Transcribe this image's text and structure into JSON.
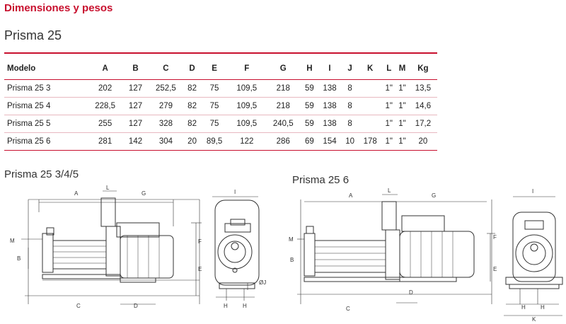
{
  "section_title": "Dimensiones y pesos",
  "model_title": "Prisma 25",
  "table": {
    "columns": [
      "Modelo",
      "A",
      "B",
      "C",
      "D",
      "E",
      "F",
      "G",
      "H",
      "I",
      "J",
      "K",
      "L",
      "M",
      "Kg"
    ],
    "rows": [
      [
        "Prisma 25 3",
        "202",
        "127",
        "252,5",
        "82",
        "75",
        "109,5",
        "218",
        "59",
        "138",
        "8",
        "",
        "1\"",
        "1\"",
        "13,5"
      ],
      [
        "Prisma 25 4",
        "228,5",
        "127",
        "279",
        "82",
        "75",
        "109,5",
        "218",
        "59",
        "138",
        "8",
        "",
        "1\"",
        "1\"",
        "14,6"
      ],
      [
        "Prisma 25 5",
        "255",
        "127",
        "328",
        "82",
        "75",
        "109,5",
        "240,5",
        "59",
        "138",
        "8",
        "",
        "1\"",
        "1\"",
        "17,2"
      ],
      [
        "Prisma 25 6",
        "281",
        "142",
        "304",
        "20",
        "89,5",
        "122",
        "286",
        "69",
        "154",
        "10",
        "178",
        "1\"",
        "1\"",
        "20"
      ]
    ]
  },
  "drawings": {
    "left_title": "Prisma 25 3/4/5",
    "right_title": "Prisma 25 6",
    "labels": {
      "A": "A",
      "B": "B",
      "C": "C",
      "D": "D",
      "E": "E",
      "F": "F",
      "G": "G",
      "H": "H",
      "I": "I",
      "J": "ØJ",
      "K": "K",
      "L": "L",
      "M": "M"
    }
  }
}
